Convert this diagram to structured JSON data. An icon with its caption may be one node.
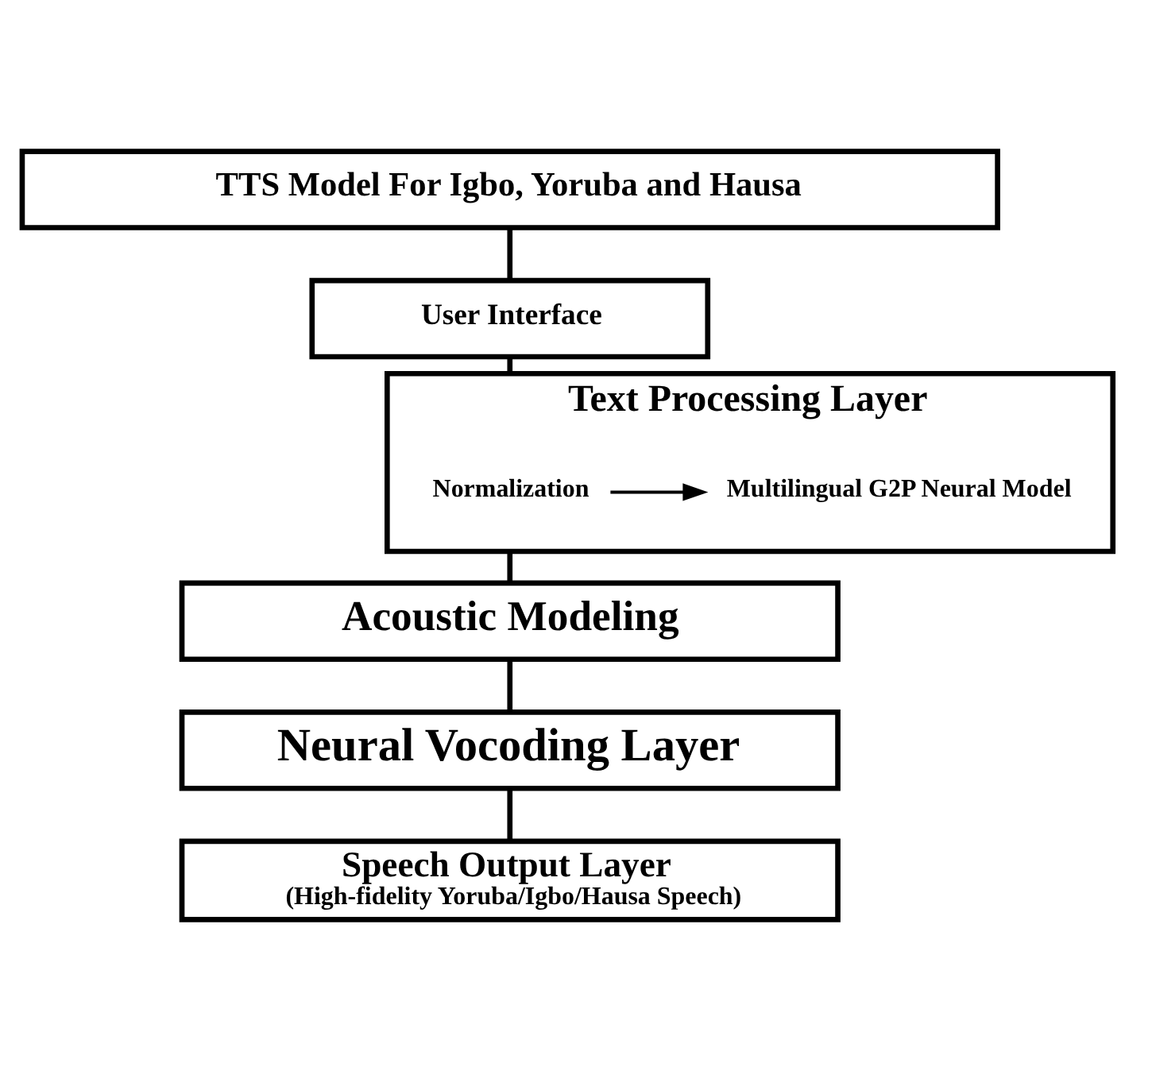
{
  "diagram": {
    "nodes": [
      {
        "text": [
          "TTS Model For Igbo, Yoruba and Hausa"
        ]
      },
      {
        "text": [
          "User Interface"
        ]
      },
      {
        "text": [
          "Text Processing Layer"
        ]
      },
      {
        "text": [
          "Normalization"
        ],
        "in": 2
      },
      {
        "text": [
          "Multilingual G2P Neural Model"
        ],
        "in": 2
      },
      {
        "text": [
          "Acoustic Modeling"
        ]
      },
      {
        "text": [
          "Neural Vocoding Layer"
        ]
      },
      {
        "text": [
          "Speech Output Layer",
          "(High-fidelity Yoruba/Igbo/Hausa Speech)"
        ]
      }
    ],
    "edges": [
      {
        "from": 0,
        "to": 1,
        "arrow": "none"
      },
      {
        "from": 1,
        "to": 2,
        "arrow": "none"
      },
      {
        "from": 3,
        "to": 4,
        "arrow": "to"
      },
      {
        "from": 2,
        "to": 5,
        "arrow": "none"
      },
      {
        "from": 5,
        "to": 6,
        "arrow": "none"
      },
      {
        "from": 6,
        "to": 7,
        "arrow": "none"
      }
    ]
  }
}
